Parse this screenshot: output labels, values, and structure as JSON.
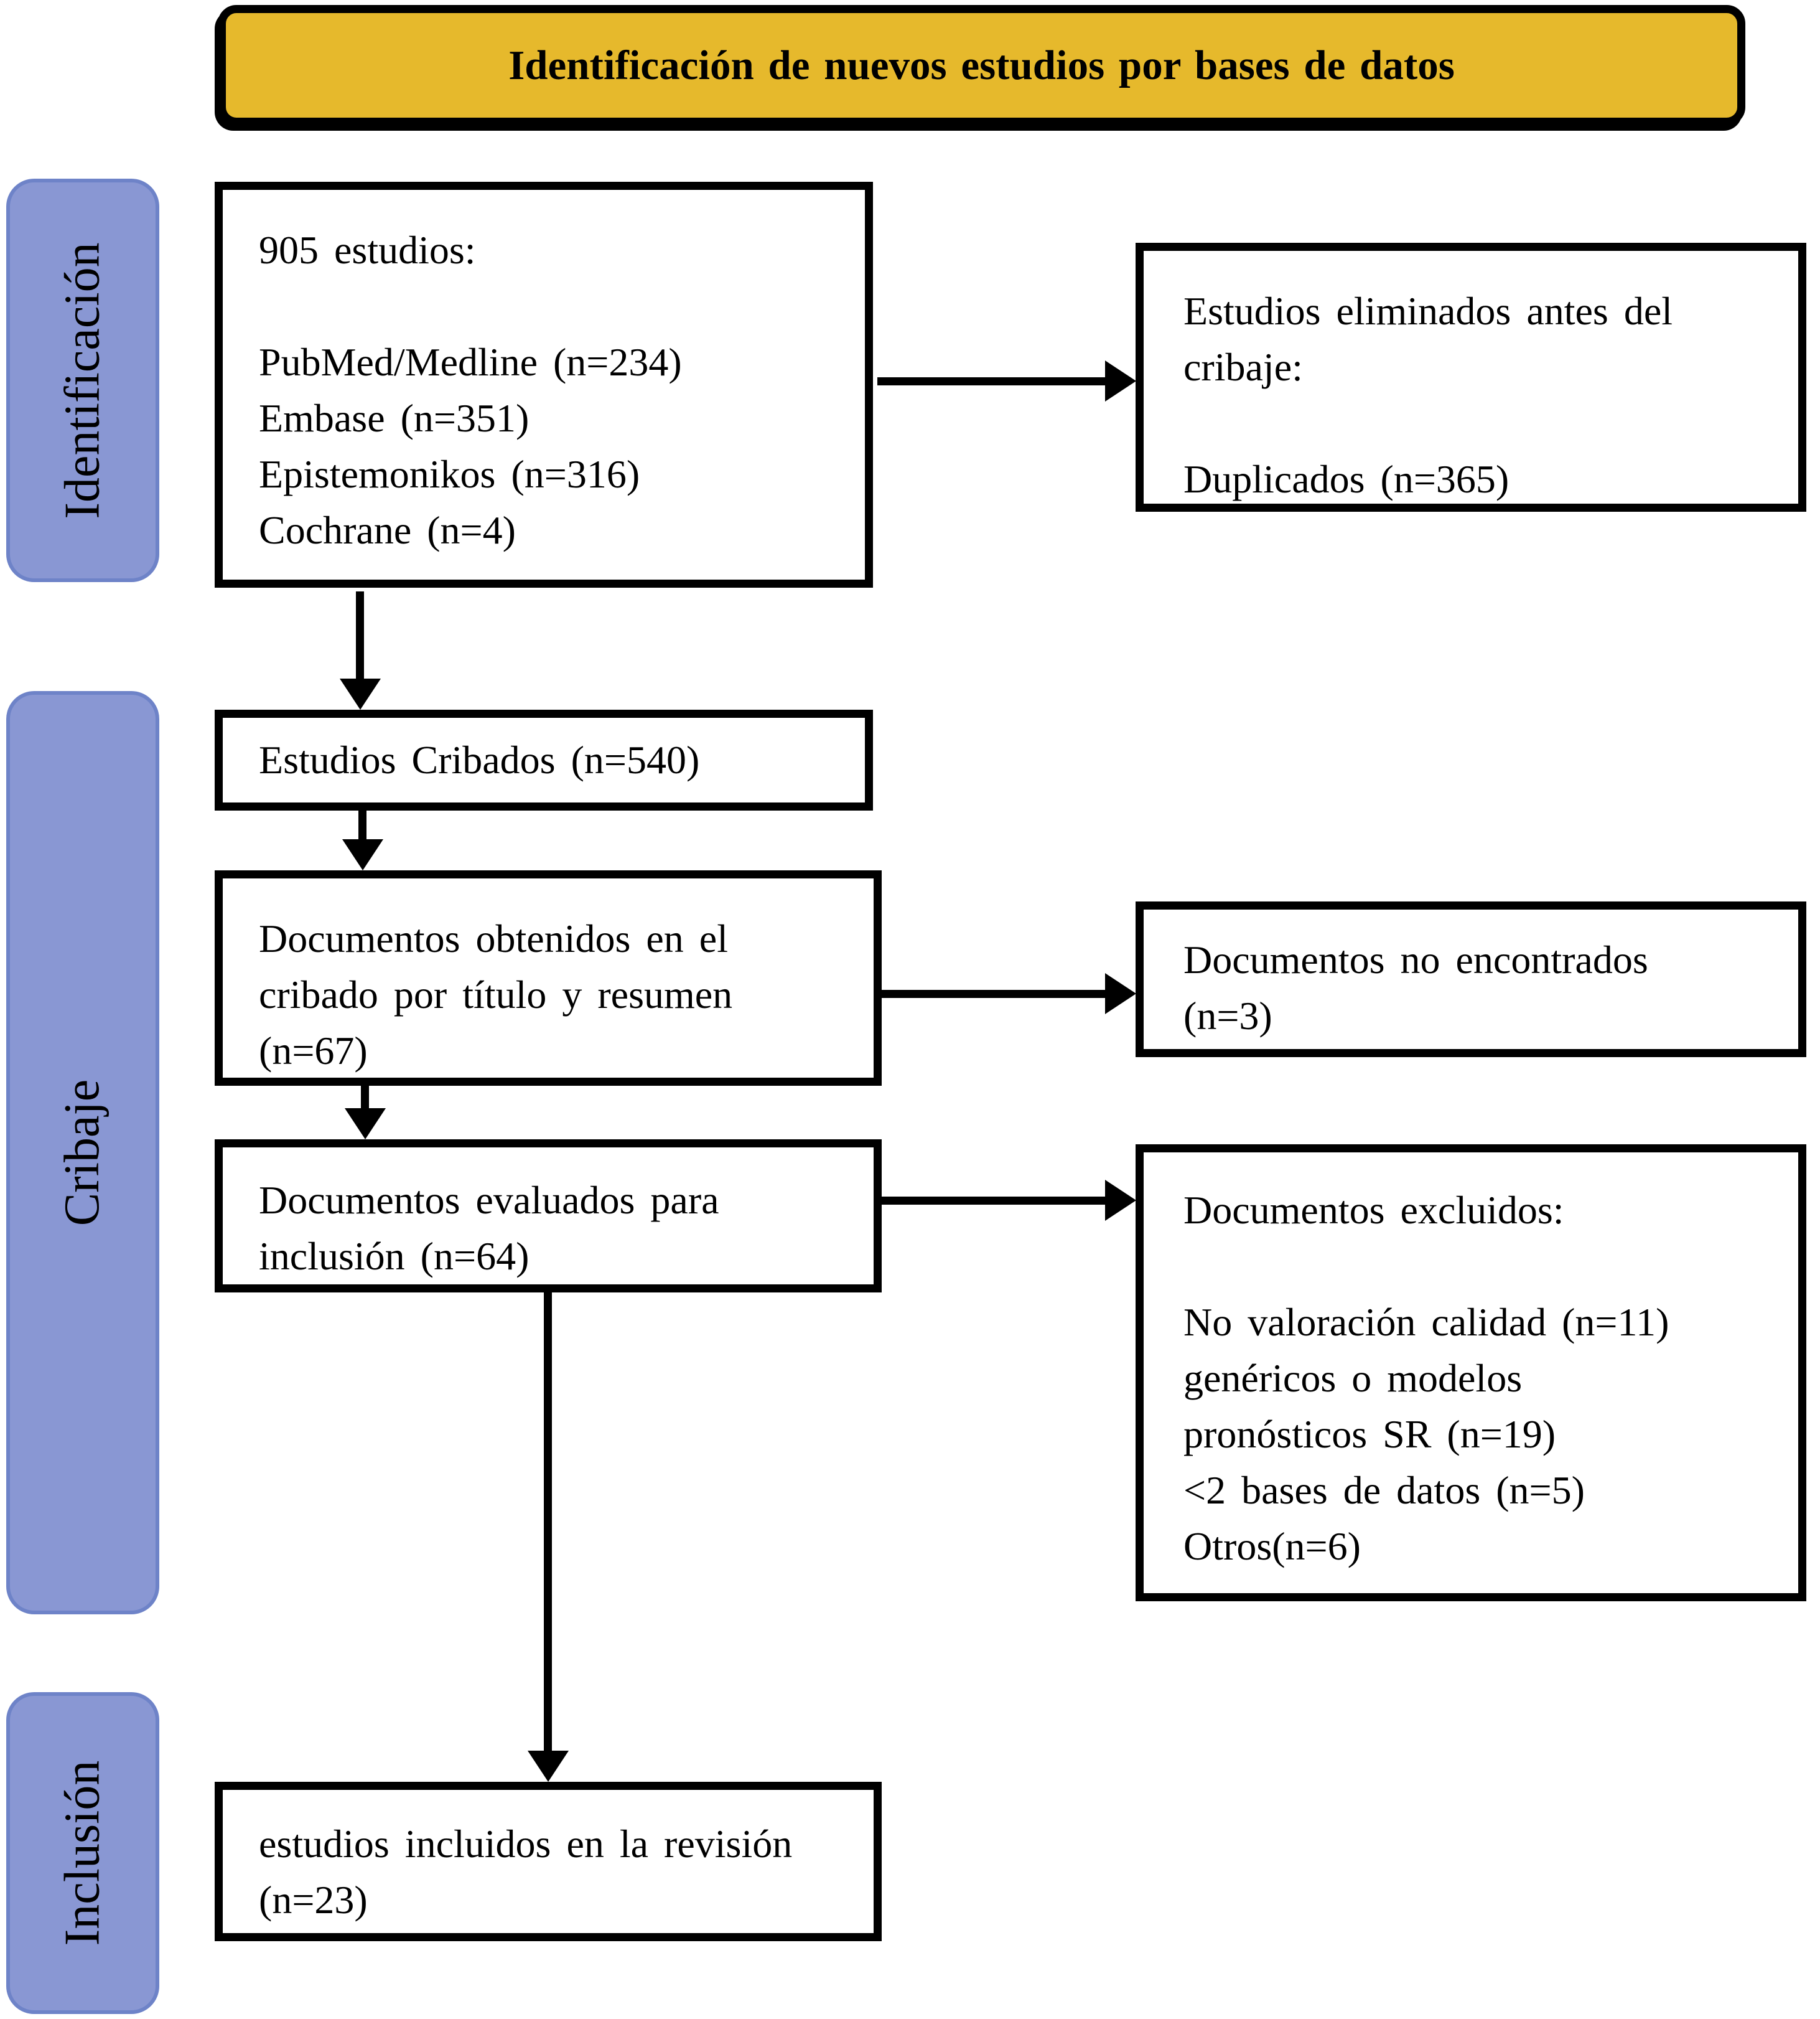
{
  "banner": {
    "label": "Identificación de nuevos estudios por bases de datos"
  },
  "colors": {
    "banner_bg": "#E6B92C",
    "stage_bg": "#8997D3",
    "stage_border": "#6E83C8",
    "box_border": "#000000"
  },
  "sidebar": {
    "stages": [
      {
        "id": "identificacion",
        "label": "Identificación"
      },
      {
        "id": "cribaje",
        "label": "Cribaje"
      },
      {
        "id": "inclusion",
        "label": "Inclusión"
      }
    ]
  },
  "boxes": {
    "identified": {
      "text": "905 estudios:\n\nPubMed/Medline (n=234)\nEmbase (n=351)\nEpistemonikos (n=316)\nCochrane (n=4)"
    },
    "screened": {
      "text": "Estudios Cribados (n=540)"
    },
    "retrieved": {
      "text": "Documentos obtenidos en el\ncribado por título y resumen\n(n=67)"
    },
    "assessed": {
      "text": "Documentos evaluados para\ninclusión (n=64)"
    },
    "included": {
      "text": "estudios incluidos en la revisión\n(n=23)"
    },
    "removed_before_screening": {
      "text": "Estudios eliminados antes del\ncribaje:\n\nDuplicados (n=365)"
    },
    "not_retrieved": {
      "text": "Documentos no encontrados\n(n=3)"
    },
    "excluded": {
      "text": "Documentos excluidos:\n\nNo valoración calidad (n=11)\ngenéricos o modelos\npronósticos SR (n=19)\n<2 bases de datos (n=5)\nOtros(n=6)"
    }
  }
}
